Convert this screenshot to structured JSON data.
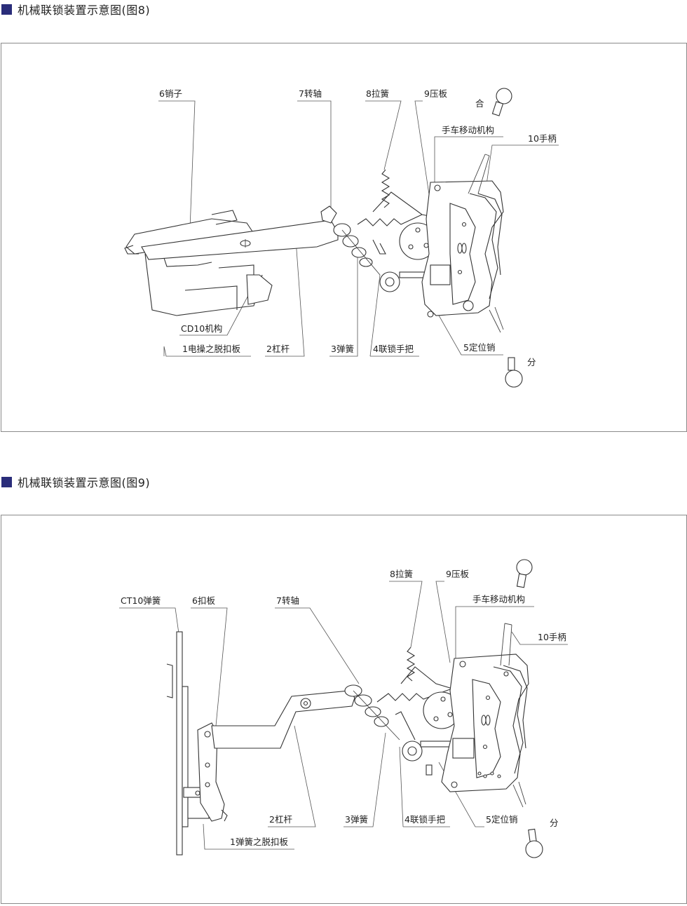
{
  "fig8": {
    "title": "机械联锁装置示意图(图8)",
    "labels": {
      "pin": "6销子",
      "shaft": "7转轴",
      "tension_spring": "8拉簧",
      "pressure_plate": "9压板",
      "close": "合",
      "cart_mechanism": "手车移动机构",
      "handle": "10手柄",
      "cd10": "CD10机构",
      "trip_plate": "1电操之脱扣板",
      "lever": "2杠杆",
      "spring": "3弹簧",
      "interlock_handle": "4联锁手把",
      "locating_pin": "5定位销",
      "open": "分"
    }
  },
  "fig9": {
    "title": "机械联锁装置示意图(图9)",
    "labels": {
      "tension_spring": "8拉簧",
      "pressure_plate": "9压板",
      "ct10_spring": "CT10弹簧",
      "buckle_plate": "6扣板",
      "shaft": "7转轴",
      "cart_mechanism": "手车移动机构",
      "handle": "10手柄",
      "lever": "2杠杆",
      "spring": "3弹簧",
      "interlock_handle": "4联锁手把",
      "locating_pin": "5定位销",
      "open": "分",
      "trip_plate": "1弹簧之脱扣板"
    }
  }
}
